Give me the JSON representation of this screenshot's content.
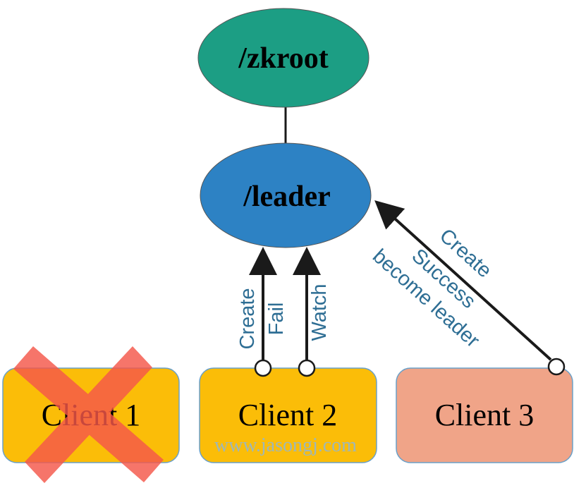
{
  "nodes": {
    "zkroot": {
      "label": "/zkroot",
      "color": "#1c9e84"
    },
    "leader": {
      "label": "/leader",
      "color": "#2d82c4"
    }
  },
  "clients": [
    {
      "label": "Client 1",
      "color": "#fbbd08",
      "crossed_out": true
    },
    {
      "label": "Client 2",
      "color": "#fbbd08",
      "crossed_out": false
    },
    {
      "label": "Client 3",
      "color": "#f0a488",
      "crossed_out": false
    }
  ],
  "edge_labels": {
    "create": "Create",
    "fail": "Fail",
    "watch": "Watch",
    "success": "Success",
    "become_leader": "become leader"
  },
  "cross_color": "#f5574a",
  "watermark": "www.jasongj.com"
}
